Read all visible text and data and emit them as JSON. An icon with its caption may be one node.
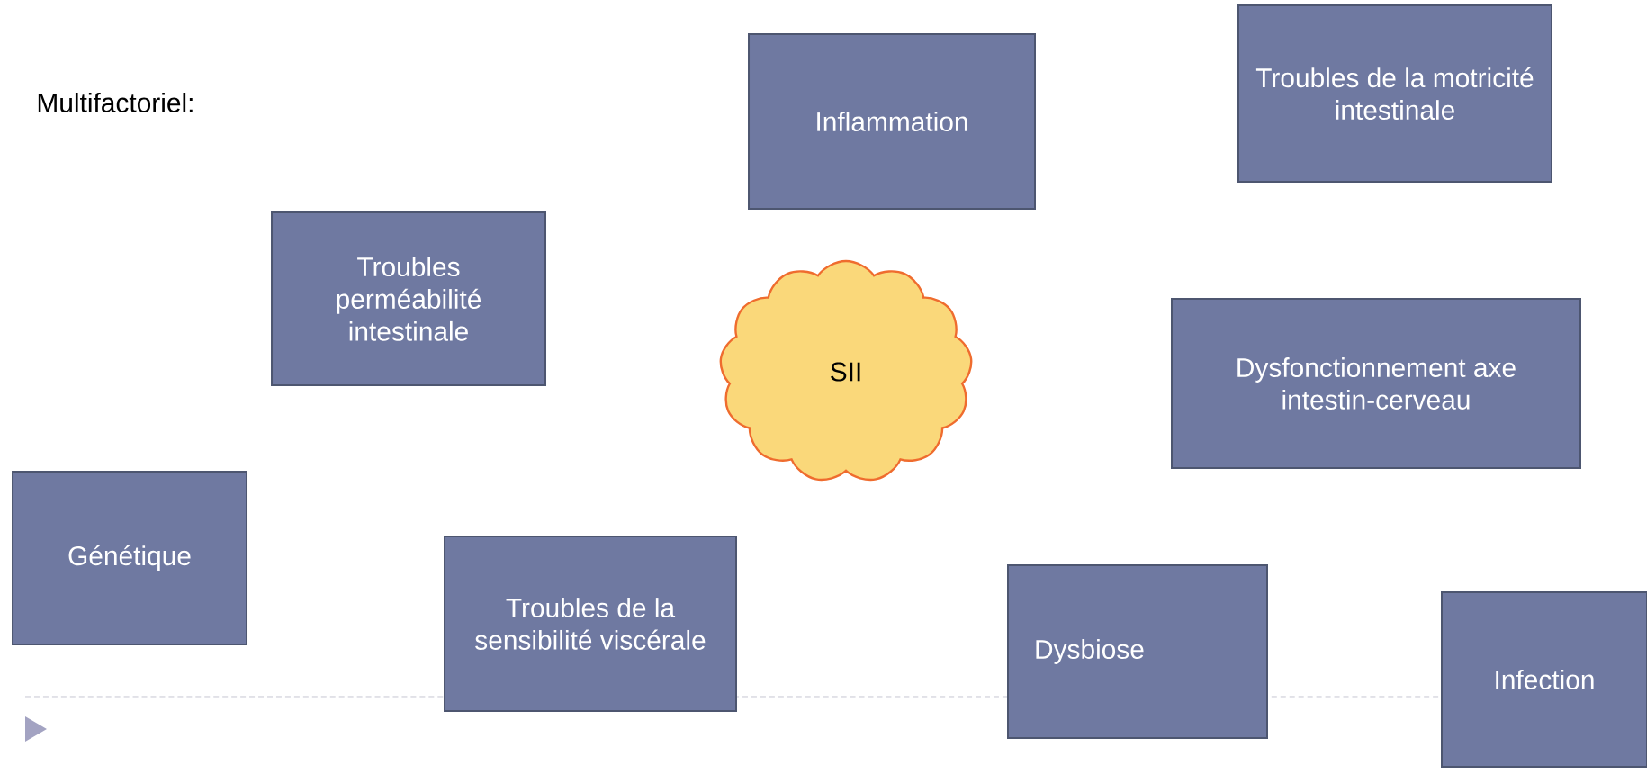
{
  "diagram": {
    "nodes": [
      {
        "text": [
          "Inflammation"
        ]
      },
      {
        "text": [
          "Troubles de la motricité intestinale"
        ]
      },
      {
        "text": [
          "Troubles perméabilité intestinale"
        ]
      },
      {
        "text": [
          "SII"
        ]
      },
      {
        "text": [
          "Dysfonctionnement axe intestin-cerveau"
        ]
      },
      {
        "text": [
          "Génétique"
        ]
      },
      {
        "text": [
          "Troubles de la sensibilité viscérale"
        ]
      },
      {
        "text": [
          "Dysbiose"
        ]
      },
      {
        "text": [
          "Infection"
        ]
      }
    ],
    "labels": [
      "Multifactoriel:"
    ]
  }
}
